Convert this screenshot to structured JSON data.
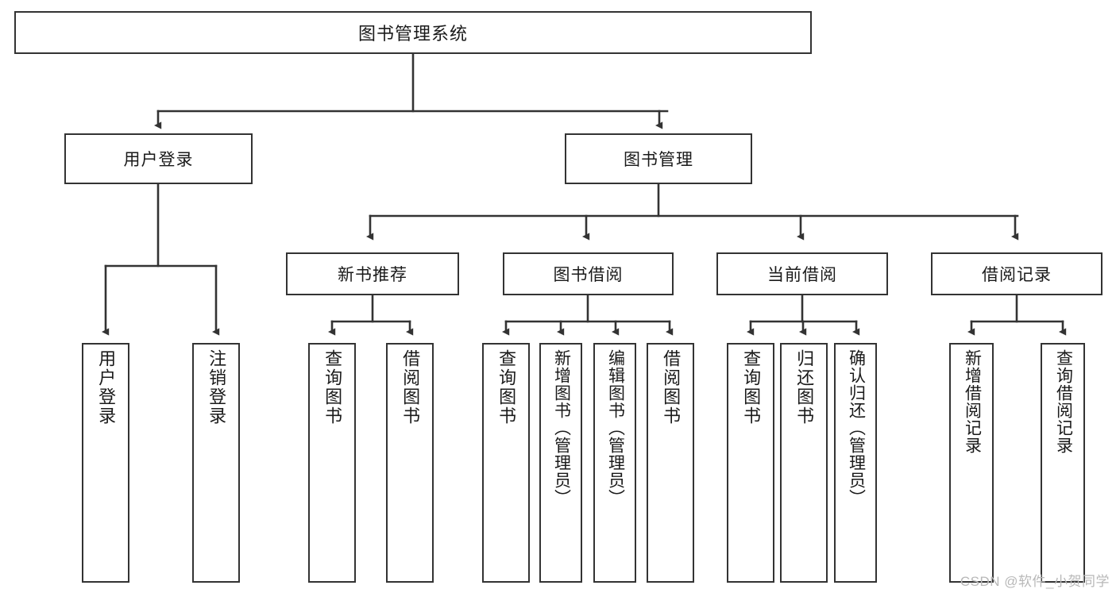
{
  "diagram": {
    "type": "tree",
    "title": "图书管理系统",
    "root": {
      "id": "root",
      "label": "图书管理系统"
    },
    "level2": [
      {
        "id": "user-login",
        "label": "用户登录"
      },
      {
        "id": "book-manage",
        "label": "图书管理"
      }
    ],
    "level3": [
      {
        "id": "new-book-recommend",
        "label": "新书推荐",
        "parent": "book-manage"
      },
      {
        "id": "book-borrow",
        "label": "图书借阅",
        "parent": "book-manage"
      },
      {
        "id": "current-borrow",
        "label": "当前借阅",
        "parent": "book-manage"
      },
      {
        "id": "borrow-record",
        "label": "借阅记录",
        "parent": "book-manage"
      }
    ],
    "leaves": [
      {
        "id": "leaf-user-login",
        "label": "用户登录",
        "parent": "user-login"
      },
      {
        "id": "leaf-logout",
        "label": "注销登录",
        "parent": "user-login"
      },
      {
        "id": "leaf-query-book-1",
        "label": "查询图书",
        "parent": "new-book-recommend"
      },
      {
        "id": "leaf-borrow-book-1",
        "label": "借阅图书",
        "parent": "new-book-recommend"
      },
      {
        "id": "leaf-query-book-2",
        "label": "查询图书",
        "parent": "book-borrow"
      },
      {
        "id": "leaf-add-book",
        "label": "新增图书（管理员）",
        "parent": "book-borrow"
      },
      {
        "id": "leaf-edit-book",
        "label": "编辑图书（管理员）",
        "parent": "book-borrow"
      },
      {
        "id": "leaf-borrow-book-2",
        "label": "借阅图书",
        "parent": "book-borrow"
      },
      {
        "id": "leaf-query-book-3",
        "label": "查询图书",
        "parent": "current-borrow"
      },
      {
        "id": "leaf-return-book",
        "label": "归还图书",
        "parent": "current-borrow"
      },
      {
        "id": "leaf-confirm-return",
        "label": "确认归还（管理员）",
        "parent": "current-borrow"
      },
      {
        "id": "leaf-add-record",
        "label": "新增借阅记录",
        "parent": "borrow-record"
      },
      {
        "id": "leaf-query-record",
        "label": "查询借阅记录",
        "parent": "borrow-record"
      }
    ],
    "colors": {
      "stroke": "#333333",
      "fill": "#ffffff",
      "text": "#1a1a1a",
      "watermark": "#b8b8b8"
    }
  },
  "watermark": {
    "text": "CSDN @软件_小贺同学"
  }
}
